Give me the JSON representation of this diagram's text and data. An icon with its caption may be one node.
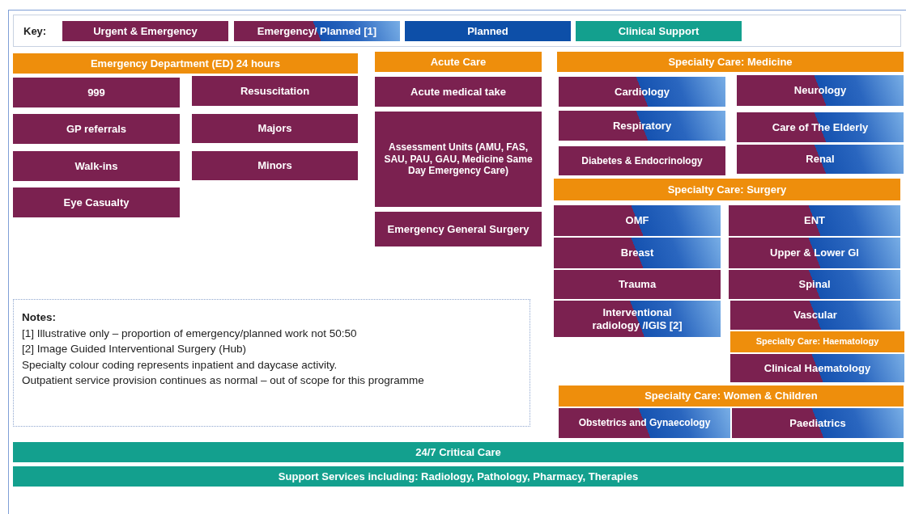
{
  "diagram": {
    "nodes": [
      {
        "text": [
          "Emergency Department (ED) 24 hours"
        ]
      },
      {
        "text": [
          "999"
        ]
      },
      {
        "text": [
          "Resuscitation"
        ]
      },
      {
        "text": [
          "GP referrals"
        ]
      },
      {
        "text": [
          "Majors"
        ]
      },
      {
        "text": [
          "Walk-ins"
        ]
      },
      {
        "text": [
          "Minors"
        ]
      },
      {
        "text": [
          "Eye Casualty"
        ]
      },
      {
        "text": [
          "Acute Care"
        ]
      },
      {
        "text": [
          "Acute medical take"
        ]
      },
      {
        "text": [
          "Assessment Units (AMU, FAS, SAU, PAU, GAU, Medicine Same Day Emergency Care)"
        ]
      },
      {
        "text": [
          "Emergency General Surgery"
        ]
      },
      {
        "text": [
          "Specialty Care: Medicine"
        ]
      },
      {
        "text": [
          "Cardiology"
        ]
      },
      {
        "text": [
          "Neurology"
        ]
      },
      {
        "text": [
          "Respiratory"
        ]
      },
      {
        "text": [
          "Care of The Elderly"
        ]
      },
      {
        "text": [
          "Diabetes & Endocrinology"
        ]
      },
      {
        "text": [
          "Renal"
        ]
      },
      {
        "text": [
          "Specialty Care: Surgery"
        ]
      },
      {
        "text": [
          "OMF"
        ]
      },
      {
        "text": [
          "ENT"
        ]
      },
      {
        "text": [
          "Breast"
        ]
      },
      {
        "text": [
          "Upper & Lower GI"
        ]
      },
      {
        "text": [
          "Trauma"
        ]
      },
      {
        "text": [
          "Spinal"
        ]
      },
      {
        "text": [
          "Interventional radiology /IGIS [2]"
        ]
      },
      {
        "text": [
          "Vascular"
        ]
      },
      {
        "text": [
          "Specialty Care: Haematology"
        ]
      },
      {
        "text": [
          "Clinical Haematology"
        ]
      },
      {
        "text": [
          "Specialty Care: Women & Children"
        ]
      },
      {
        "text": [
          "Obstetrics and Gynaecology"
        ]
      },
      {
        "text": [
          "Paediatrics"
        ]
      },
      {
        "text": [
          "Notes:",
          "[1] Illustrative only – proportion of emergency/planned work not 50:50",
          "[2] Image Guided Interventional Surgery (Hub)",
          "Specialty colour coding represents inpatient and daycase activity.",
          "Outpatient service provision continues as normal – out of scope for this programme"
        ]
      },
      {
        "text": [
          "24/7 Critical Care"
        ]
      },
      {
        "text": [
          "Support Services including: Radiology, Pathology, Pharmacy, Therapies"
        ]
      }
    ],
    "labels": [
      "Key:"
    ],
    "legend": [
      {
        "text": "Urgent & Emergency",
        "color": "#7b2150"
      },
      {
        "text": "Emergency/ Planned [1]"
      },
      {
        "text": "Planned",
        "color": "#0d4fa8"
      },
      {
        "text": "Clinical Support",
        "color": "#13a08e"
      }
    ]
  }
}
